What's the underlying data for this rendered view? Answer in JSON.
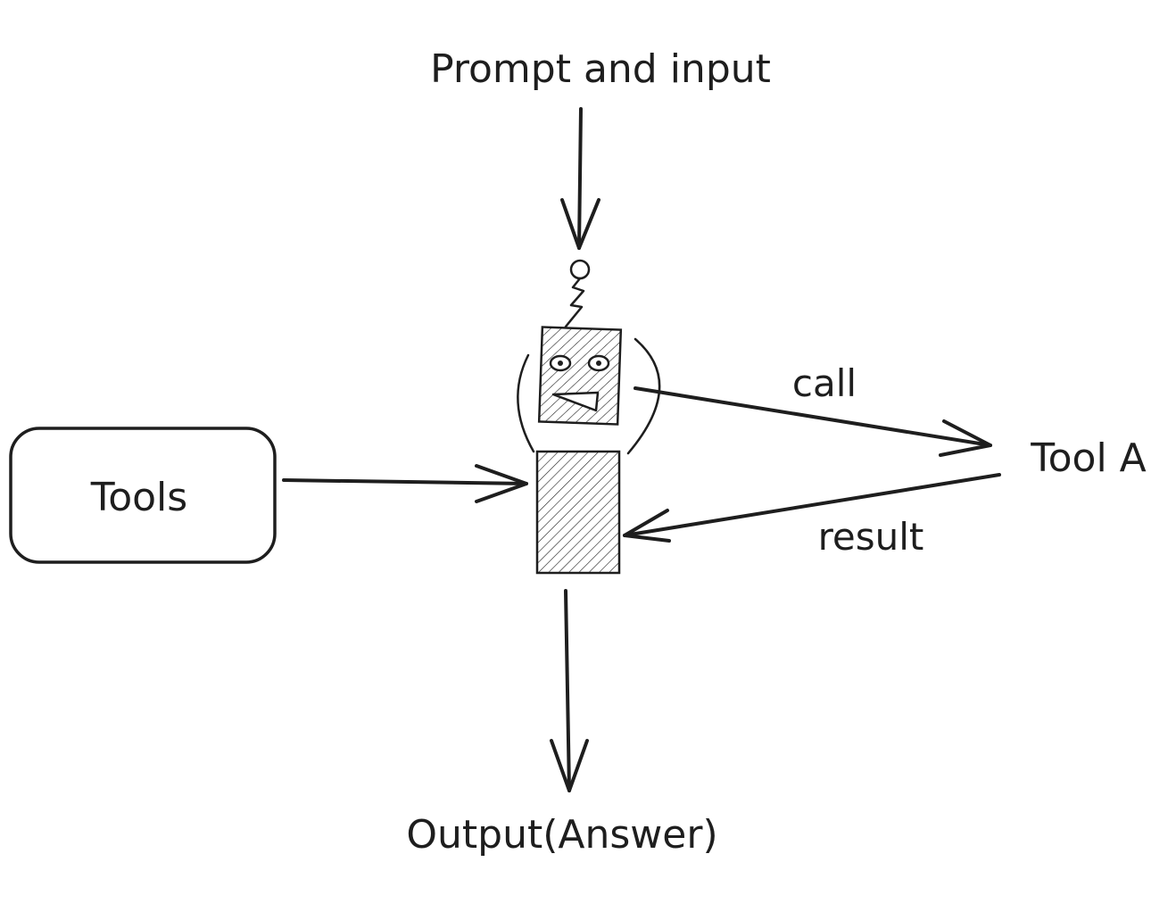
{
  "diagram": {
    "input_label": "Prompt and input",
    "tools_label": "Tools",
    "tool_a_label": "Tool A",
    "call_label": "call",
    "result_label": "result",
    "output_label": "Output(Answer)"
  },
  "colors": {
    "ink": "#1e1e1e",
    "background": "#ffffff"
  }
}
